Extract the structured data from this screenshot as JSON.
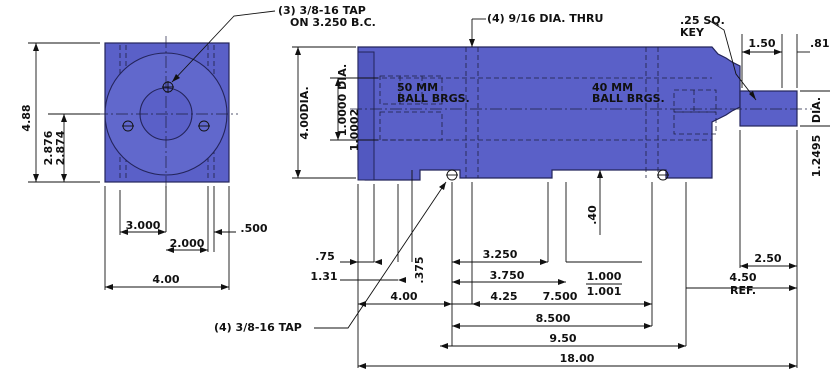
{
  "dimensions": {
    "d_4_88": "4.88",
    "d_2_876": "2.876",
    "d_2_874": "2.874",
    "d_3_000": "3.000",
    "d_2_000": "2.000",
    "d_500": ".500",
    "d_4_00_end": "4.00",
    "d_4_00_dia": "4.00DIA.",
    "d_1_0000_dia": "1.0000 DIA.",
    "d_1_0002": "1.0002",
    "d_75": ".75",
    "d_1_31": "1.31",
    "d_375": ".375",
    "d_4_00_side": "4.00",
    "d_3_250": "3.250",
    "d_3_750": "3.750",
    "d_4_25": "4.25",
    "d_40": ".40",
    "d_1_000": "1.000",
    "d_1_001": "1.001",
    "d_7_500": "7.500",
    "d_8_500": "8.500",
    "d_9_50": "9.50",
    "d_18_00": "18.00",
    "d_1_50": "1.50",
    "d_81": ".81",
    "d_2_50": "2.50",
    "d_4_50": "4.50",
    "d_ref": "REF.",
    "d_dia": "DIA.",
    "d_1_2495": "1.2495"
  },
  "notes": {
    "tap_bc_line1": "(3) 3/8-16 TAP",
    "tap_bc_line2": "ON 3.250 B.C.",
    "thru_holes": "(4) 9/16 DIA. THRU",
    "key_line1": ".25 SQ.",
    "key_line2": "KEY",
    "brg50_line1": "50 MM",
    "brg50_line2": "BALL BRGS.",
    "brg40_line1": "40 MM",
    "brg40_line2": "BALL BRGS.",
    "tap_bottom": "(4) 3/8-16 TAP"
  },
  "colors": {
    "part_fill": "#5a60c8",
    "outline": "#23245a",
    "ink": "#111111"
  }
}
